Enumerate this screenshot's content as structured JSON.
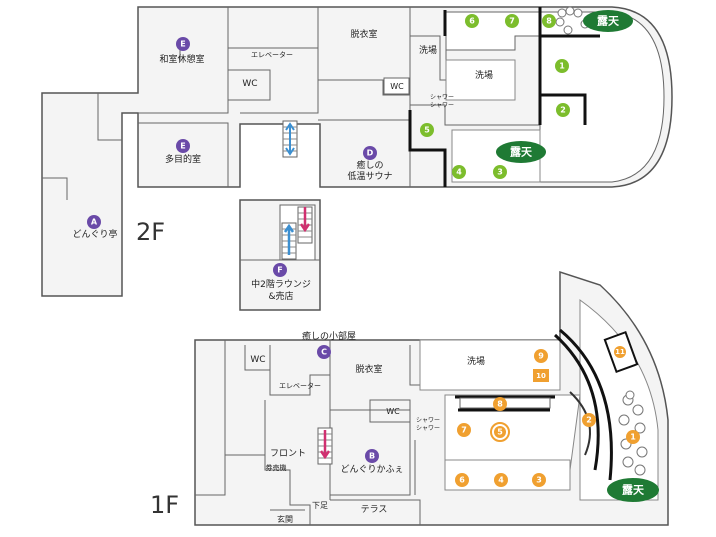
{
  "colors": {
    "wall": "#555555",
    "floor": "#f4f4f4",
    "bath": "#ffffff",
    "letter_marker": "#6a4aa8",
    "green_marker": "#7cbd2c",
    "orange_marker": "#f0a030",
    "rotenburo": "#1f7a34",
    "arrow_up": "#3c8fd0",
    "arrow_down": "#d03070"
  },
  "floor_labels": {
    "f2": "2F",
    "f1": "1F"
  },
  "rooms_2f": {
    "washitsu": "和室休憩室",
    "elevator": "エレベーター",
    "wc1": "WC",
    "datsuijo": "脱衣室",
    "senba1": "洗場",
    "senba2": "洗場",
    "wc2": "WC",
    "shower": "シャワー",
    "tamokuteki": "多目的室",
    "sauna_line1": "癒しの",
    "sauna_line2": "低温サウナ",
    "dongurite": "どんぐり亭",
    "lounge_line1": "中2階ラウンジ",
    "lounge_line2": "&売店"
  },
  "rooms_1f": {
    "koheya": "癒しの小部屋",
    "wc1": "WC",
    "elevator": "エレベーター",
    "datsuijo": "脱衣室",
    "senba": "洗場",
    "wc2": "WC",
    "shower": "シャワー",
    "front": "フロント",
    "kenbaiki": "券売機",
    "dongurikafe": "どんぐりかふぇ",
    "geta": "下足",
    "terrace": "テラス",
    "genkan": "玄関"
  },
  "letter_markers_2f": {
    "e_top": "E",
    "e_mid": "E",
    "d": "D",
    "a": "A",
    "f": "F"
  },
  "letter_markers_1f": {
    "c": "C",
    "b": "B"
  },
  "numbers_2f": {
    "n1": "1",
    "n2": "2",
    "n3": "3",
    "n4": "4",
    "n5": "5",
    "n6": "6",
    "n7": "7",
    "n8": "8"
  },
  "numbers_1f": {
    "n1": "1",
    "n2": "2",
    "n3": "3",
    "n4": "4",
    "n5": "5",
    "n6": "6",
    "n7": "7",
    "n8": "8",
    "n9": "9",
    "n10": "10",
    "n11": "11"
  },
  "rotenburo_label": "露天"
}
